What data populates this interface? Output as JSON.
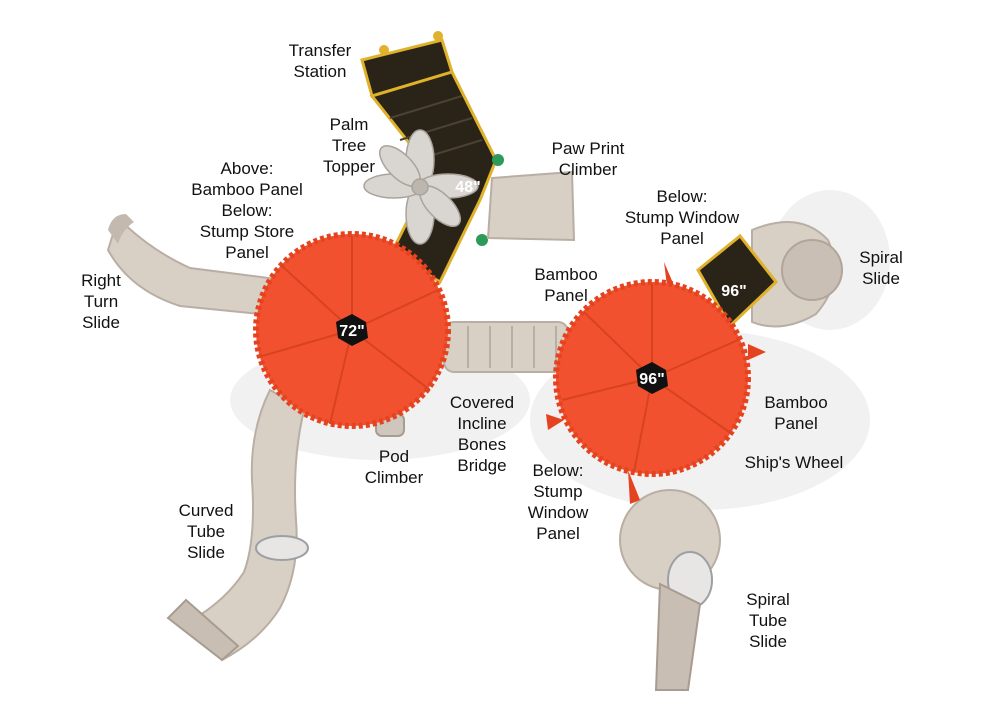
{
  "colors": {
    "roof": "#f2512f",
    "roof_edge": "#e5431f",
    "slide": "#d8cfc5",
    "slide_dark": "#b9aea3",
    "deck": "#2a2418",
    "trim": "#e0b12a",
    "post": "#2e9a5a"
  },
  "heights": {
    "left_roof": "72\"",
    "right_roof": "96\"",
    "ramp": "48\"",
    "spiral_deck": "96\""
  },
  "labels": {
    "transfer_station": [
      "Transfer",
      "Station"
    ],
    "palm_tree_topper": [
      "Palm",
      "Tree",
      "Topper"
    ],
    "paw_print_climber": [
      "Paw Print",
      "Climber"
    ],
    "above_bamboo_below_stump_store": [
      "Above:",
      "Bamboo Panel",
      "Below:",
      "Stump Store",
      "Panel"
    ],
    "below_stump_window_top": [
      "Below:",
      "Stump Window",
      "Panel"
    ],
    "spiral_slide": [
      "Spiral",
      "Slide"
    ],
    "right_turn_slide": [
      "Right",
      "Turn",
      "Slide"
    ],
    "bamboo_panel_center": [
      "Bamboo",
      "Panel"
    ],
    "bamboo_panel_right": [
      "Bamboo",
      "Panel"
    ],
    "ships_wheel": [
      "Ship's Wheel"
    ],
    "covered_incline_bones_bridge": [
      "Covered",
      "Incline",
      "Bones",
      "Bridge"
    ],
    "pod_climber": [
      "Pod",
      "Climber"
    ],
    "below_stump_window_bottom": [
      "Below:",
      "Stump",
      "Window",
      "Panel"
    ],
    "curved_tube_slide": [
      "Curved",
      "Tube",
      "Slide"
    ],
    "spiral_tube_slide": [
      "Spiral",
      "Tube",
      "Slide"
    ]
  }
}
